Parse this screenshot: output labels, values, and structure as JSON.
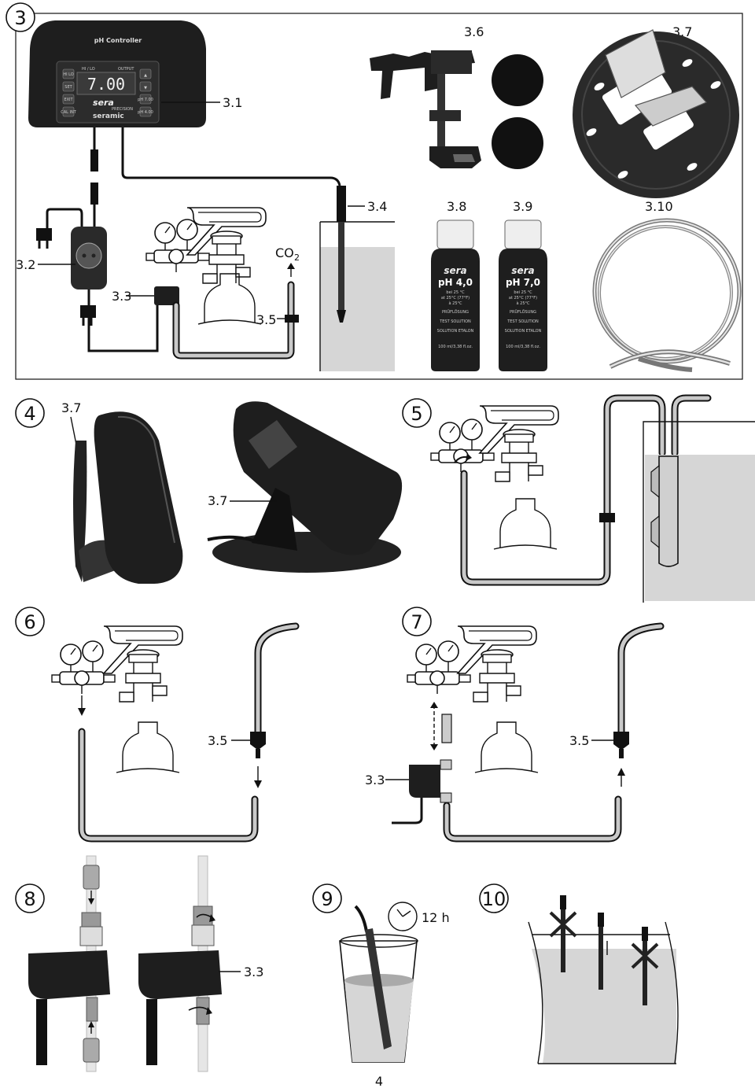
{
  "figures": {
    "fig3": {
      "number": "3"
    },
    "fig4": {
      "number": "4"
    },
    "fig5": {
      "number": "5"
    },
    "fig6": {
      "number": "6"
    },
    "fig7": {
      "number": "7"
    },
    "fig8": {
      "number": "8"
    },
    "fig9": {
      "number": "9"
    },
    "fig10": {
      "number": "10"
    }
  },
  "controller": {
    "title": "pH Controller",
    "display_value": "7.00",
    "indicator_left": "HI / LO",
    "indicator_right": "OUTPUT",
    "brand": "sera",
    "line1": "PRECISION",
    "line2": "seramic",
    "buttons_left": [
      "HI LO",
      "SET",
      "EXIT",
      "CAL INT"
    ],
    "buttons_right": [
      "▲",
      "▼",
      "pH 7.00",
      "pH 4.00"
    ]
  },
  "labels": {
    "l_3_1": "3.1",
    "l_3_2": "3.2",
    "l_3_3": "3.3",
    "l_3_4": "3.4",
    "l_3_5": "3.5",
    "l_3_6": "3.6",
    "l_3_7": "3.7",
    "l_3_8": "3.8",
    "l_3_9": "3.9",
    "l_3_10": "3.10",
    "co2": "CO",
    "co2_sub": "2",
    "fig4_3_7a": "3.7",
    "fig4_3_7b": "3.7",
    "fig6_3_5": "3.5",
    "fig7_3_5": "3.5",
    "fig7_3_3": "3.3",
    "fig8_3_3": "3.3",
    "fig9_time": "12 h",
    "fig9_ph": "4"
  },
  "bottles": {
    "ph4": {
      "brand": "sera",
      "title": "pH 4,0",
      "temp": "bei 25 °C",
      "temp2": "at 25°C (77°F)",
      "temp3": "à 25°C",
      "line1": "PRÜFLÖSUNG",
      "line2": "TEST SOLUTION",
      "line3": "SOLUTION ETALON",
      "volume": "100 ml/3,38 fl.oz."
    },
    "ph7": {
      "brand": "sera",
      "title": "pH 7,0",
      "temp": "bei 25 °C",
      "temp2": "at 25°C (77°F)",
      "temp3": "à 25°C",
      "line1": "PRÜFLÖSUNG",
      "line2": "TEST SOLUTION",
      "line3": "SOLUTION ETALON",
      "volume": "100 ml/3,38 fl.oz."
    }
  },
  "colors": {
    "ink": "#111111",
    "device": "#1e1e1e",
    "water": "#d6d6d6",
    "display": "#3a3a3a"
  }
}
